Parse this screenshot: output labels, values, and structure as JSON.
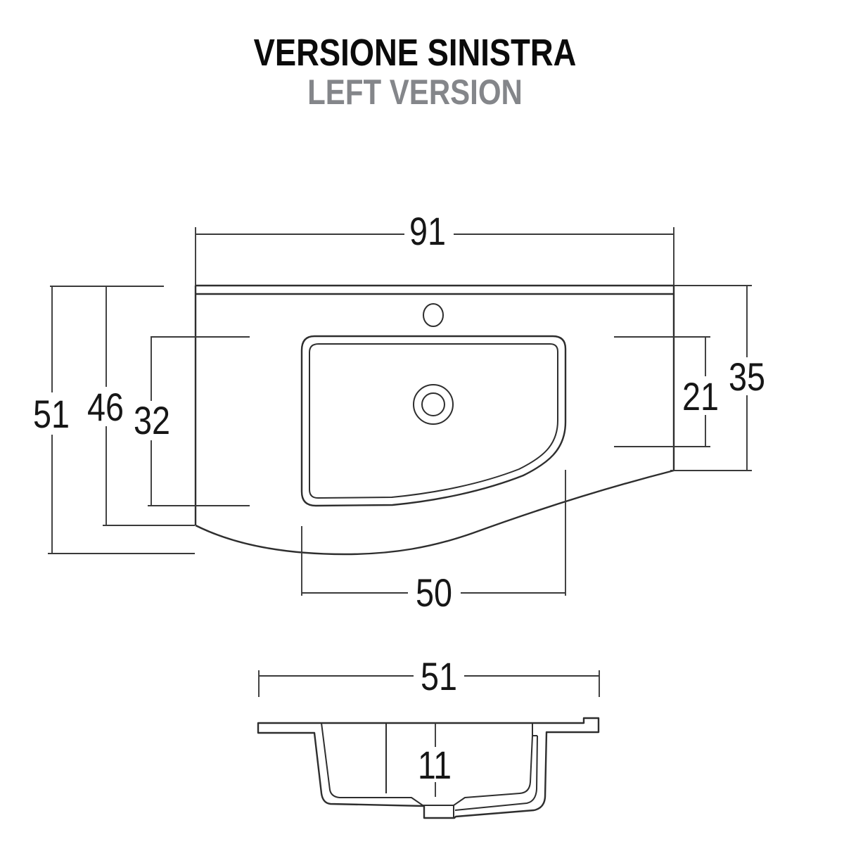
{
  "header": {
    "title_it": "VERSIONE SINISTRA",
    "title_en": "LEFT VERSION"
  },
  "colors": {
    "background": "#ffffff",
    "line": "#2e2e2e",
    "dimension_text": "#161616",
    "title": "#0b0b0b",
    "subtitle": "#84868a"
  },
  "top_view": {
    "description": "plan view of left-hand washbasin top",
    "dims": {
      "overall_width": "91",
      "overall_depth_left": "51",
      "front_edge_depth_left": "46",
      "basin_depth": "32",
      "basin_right_edge_depth": "21",
      "right_end_depth": "35",
      "basin_width": "50"
    }
  },
  "section_view": {
    "description": "cross section through basin",
    "dims": {
      "overall_width": "51",
      "bowl_inner_depth": "11"
    }
  }
}
